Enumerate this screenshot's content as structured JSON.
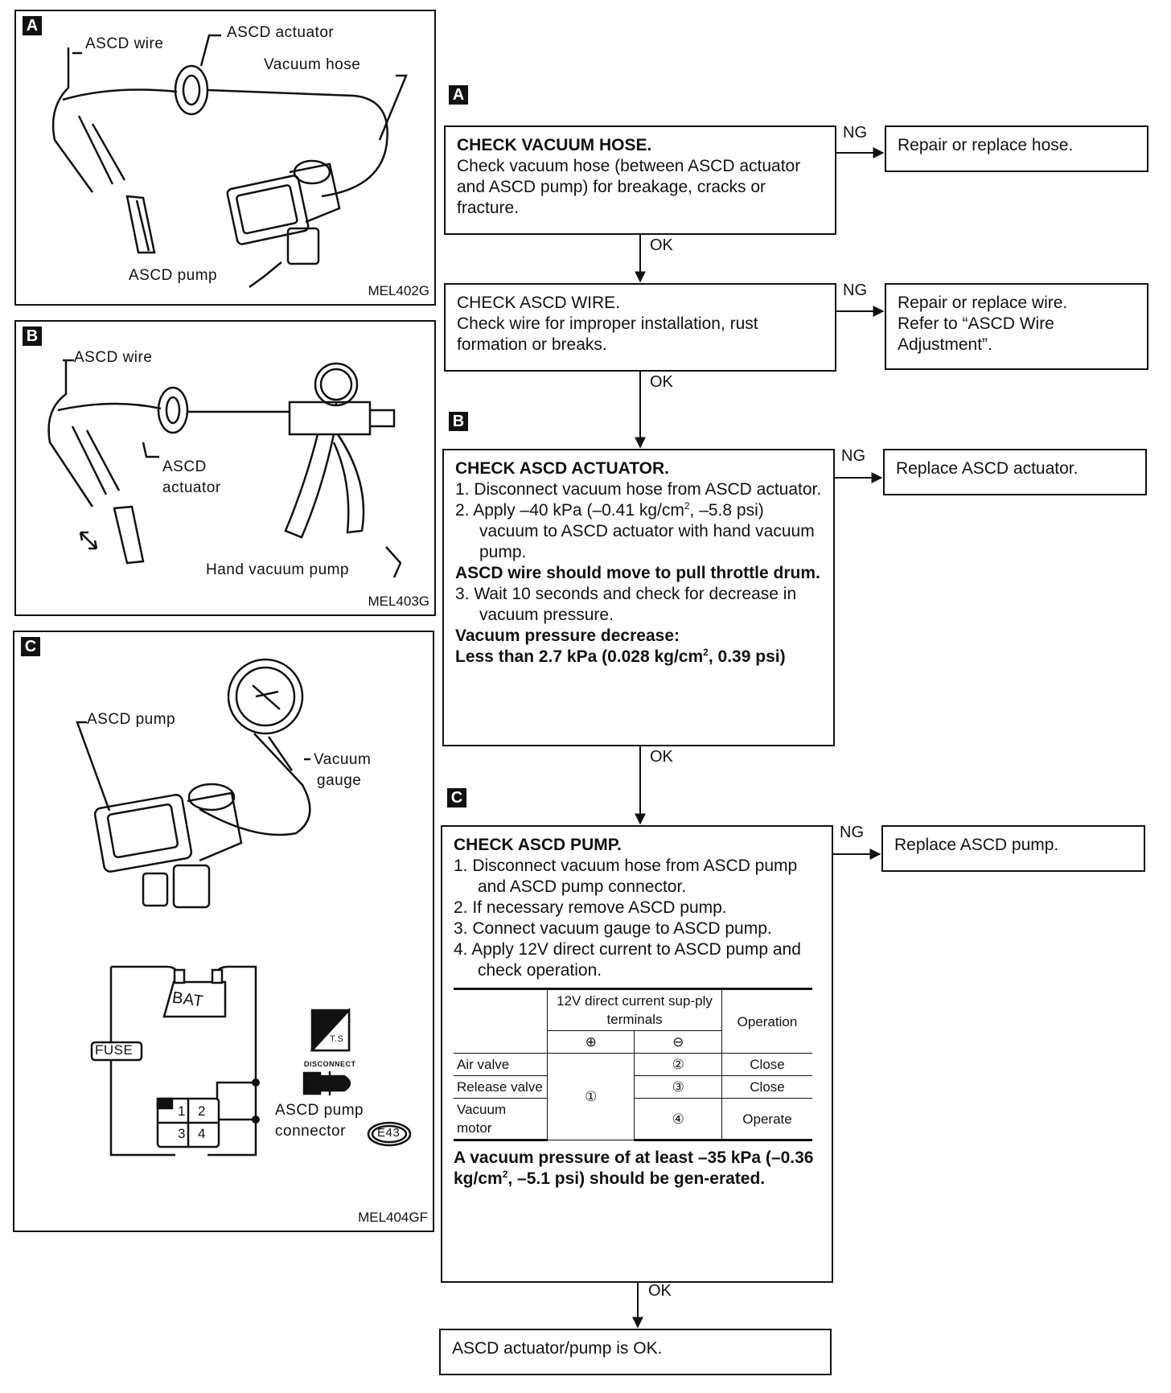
{
  "panels": {
    "a": {
      "tag": "A",
      "labels": {
        "wire": "ASCD wire",
        "actuator": "ASCD actuator",
        "hose": "Vacuum hose",
        "pump": "ASCD pump"
      },
      "code": "MEL402G"
    },
    "b": {
      "tag": "B",
      "labels": {
        "wire": "ASCD wire",
        "actuator_1": "ASCD",
        "actuator_2": "actuator",
        "hand_pump": "Hand vacuum pump"
      },
      "code": "MEL403G"
    },
    "c": {
      "tag": "C",
      "labels": {
        "pump": "ASCD pump",
        "gauge_1": "Vacuum",
        "gauge_2": "gauge",
        "bat": "BAT",
        "fuse": "FUSE",
        "ts": "T.S",
        "disconnect": "DISCONNECT",
        "connector_1": "ASCD pump",
        "connector_2": "connector",
        "connector_id": "E43",
        "pin1": "1",
        "pin2": "2",
        "pin3": "3",
        "pin4": "4"
      },
      "code": "MEL404GF"
    }
  },
  "flow": {
    "tags": {
      "a": "A",
      "b": "B",
      "c": "C"
    },
    "ok": "OK",
    "ng": "NG",
    "step1": {
      "title": "CHECK VACUUM HOSE.",
      "body": "Check vacuum hose (between ASCD actuator and ASCD pump) for breakage, cracks or fracture.",
      "ng_result": "Repair or replace hose."
    },
    "step2": {
      "title": "CHECK ASCD WIRE.",
      "body": "Check wire for improper installation, rust formation or breaks.",
      "ng_result_1": "Repair or replace wire.",
      "ng_result_2": "Refer to “ASCD Wire Adjustment”."
    },
    "step3": {
      "title": "CHECK ASCD ACTUATOR.",
      "item1": "1.  Disconnect vacuum hose from ASCD actuator.",
      "item2_a": "2.  Apply –40 kPa (–0.41 kg/cm",
      "item2_sup": "2",
      "item2_b": ", –5.8 psi) vacuum to ASCD actuator with hand vacuum pump.",
      "note1": "ASCD wire should move to pull throttle drum.",
      "item3": "3.  Wait 10 seconds and check for decrease in vacuum pressure.",
      "note2": "Vacuum pressure decrease:",
      "note3_a": "Less than 2.7 kPa (0.028 kg/cm",
      "note3_sup": "2",
      "note3_b": ", 0.39 psi)",
      "ng_result": "Replace ASCD actuator."
    },
    "step4": {
      "title": "CHECK ASCD PUMP.",
      "item1": "1.  Disconnect vacuum hose from ASCD pump and ASCD pump connector.",
      "item2": "2.  If necessary remove ASCD pump.",
      "item3": "3.  Connect vacuum gauge to ASCD pump.",
      "item4": "4.  Apply 12V direct current to ASCD pump and check operation.",
      "table": {
        "supply_header": "12V direct current sup-ply terminals",
        "operation_header": "Operation",
        "plus": "⊕",
        "minus": "⊖",
        "common_plus": "①",
        "rows": [
          {
            "name": "Air valve",
            "minus": "②",
            "op": "Close"
          },
          {
            "name": "Release valve",
            "minus": "③",
            "op": "Close"
          },
          {
            "name": "Vacuum motor",
            "minus": "④",
            "op": "Operate"
          }
        ]
      },
      "note_a": "A vacuum pressure of at least –35 kPa (–0.36 kg/cm",
      "note_sup": "2",
      "note_b": ", –5.1 psi) should be gen-erated.",
      "ng_result": "Replace ASCD pump."
    },
    "final": "ASCD actuator/pump is OK."
  }
}
